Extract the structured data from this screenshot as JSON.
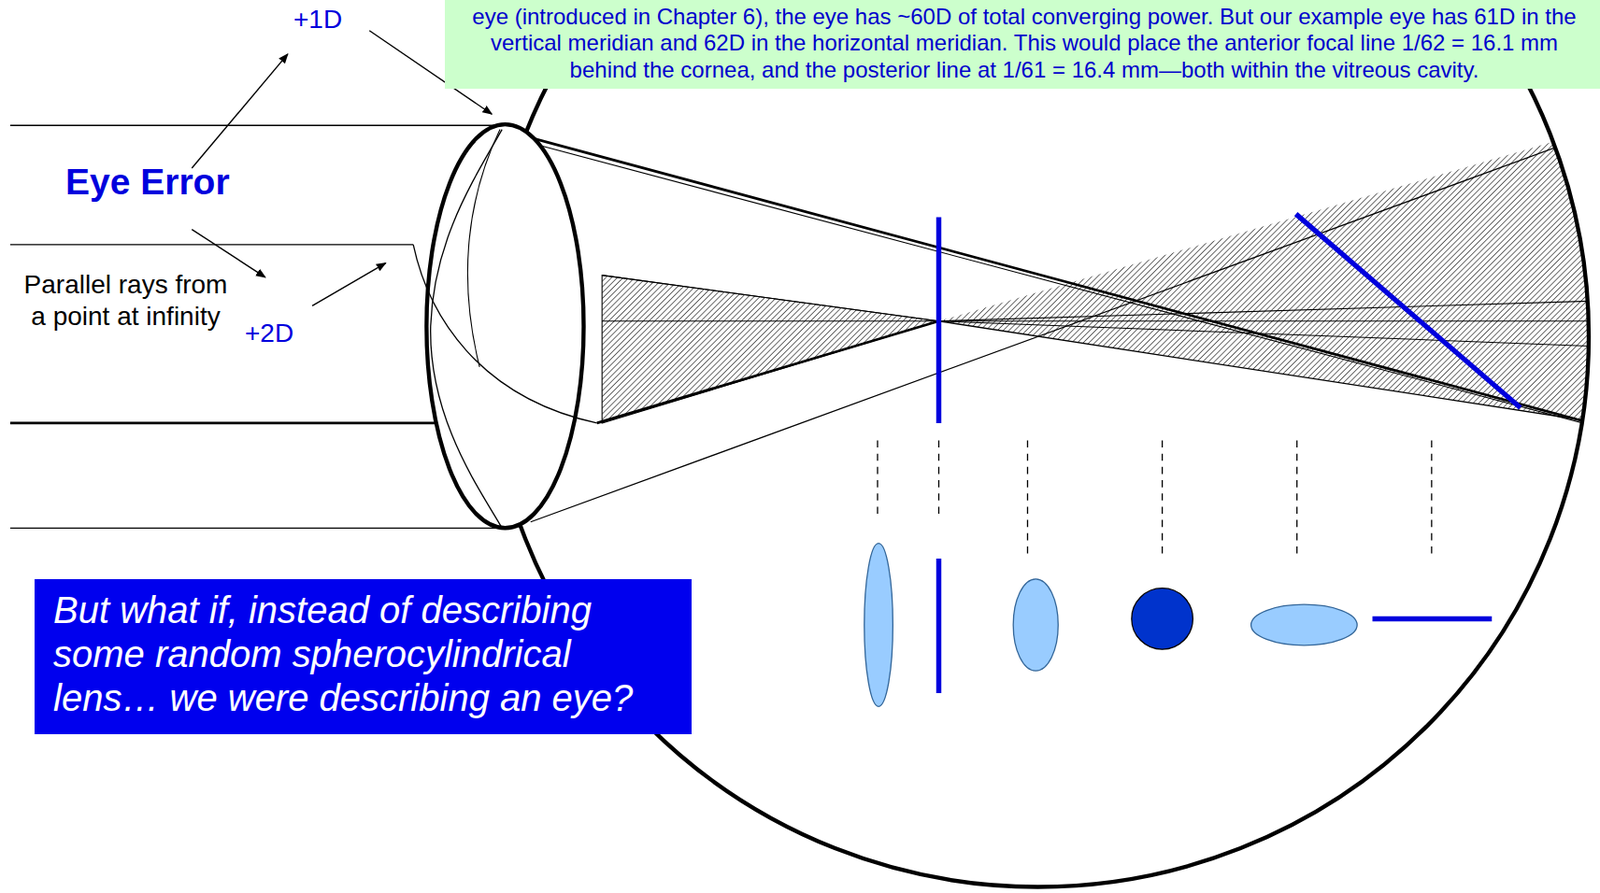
{
  "diagram": {
    "nodes": [
      {
        "text": [
          "eye (introduced in Chapter 6), the eye has ~60D of total converging power. But our example eye has 61D in the vertical meridian and 62D in the horizontal meridian. This would place the anterior focal line 1/62 = 16.1 mm behind the cornea, and the posterior line at 1/61 = 16.4 mm—both within the vitreous cavity."
        ]
      },
      {
        "text": [
          "But what if, instead of describing some random spherocylindrical lens… we were describing an eye?"
        ]
      }
    ],
    "labels": [
      "+1D",
      "Eye Error",
      "Parallel rays from a point at infinity",
      "+2D"
    ]
  }
}
